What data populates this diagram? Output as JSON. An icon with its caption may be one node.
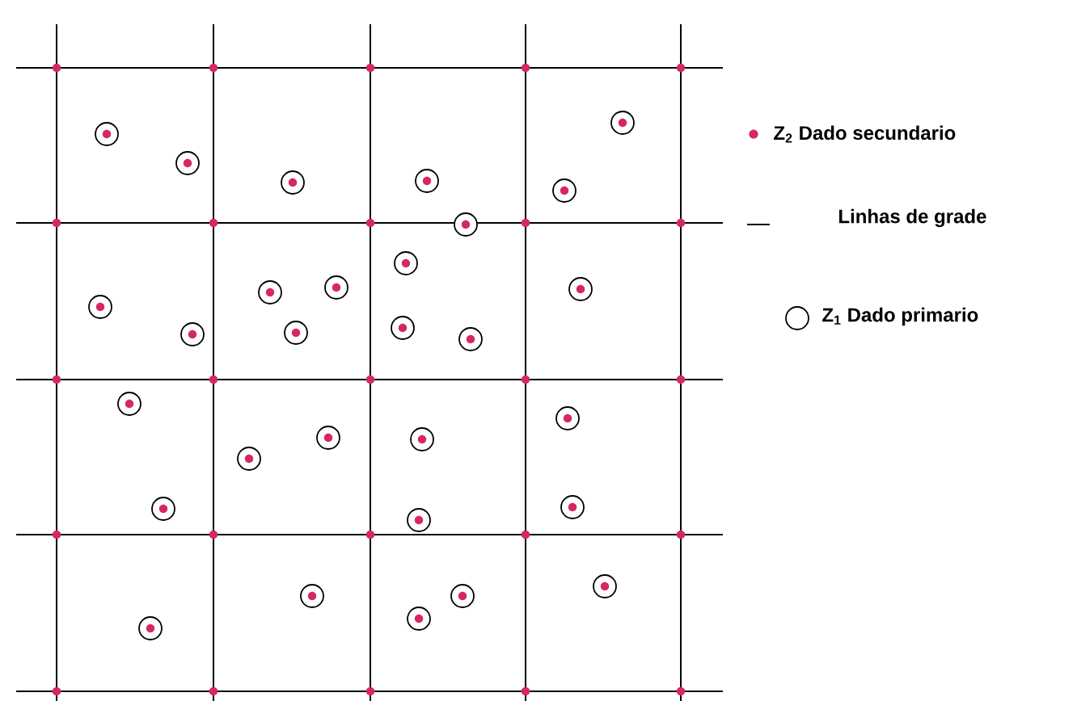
{
  "diagram": {
    "legend": [
      {
        "text": "Z$_{2}$ Dado secundario",
        "color": "#d6266a"
      },
      {
        "text": "Linhas de grade"
      },
      {
        "text": "Z$_{1}$ Dado primario"
      }
    ]
  }
}
